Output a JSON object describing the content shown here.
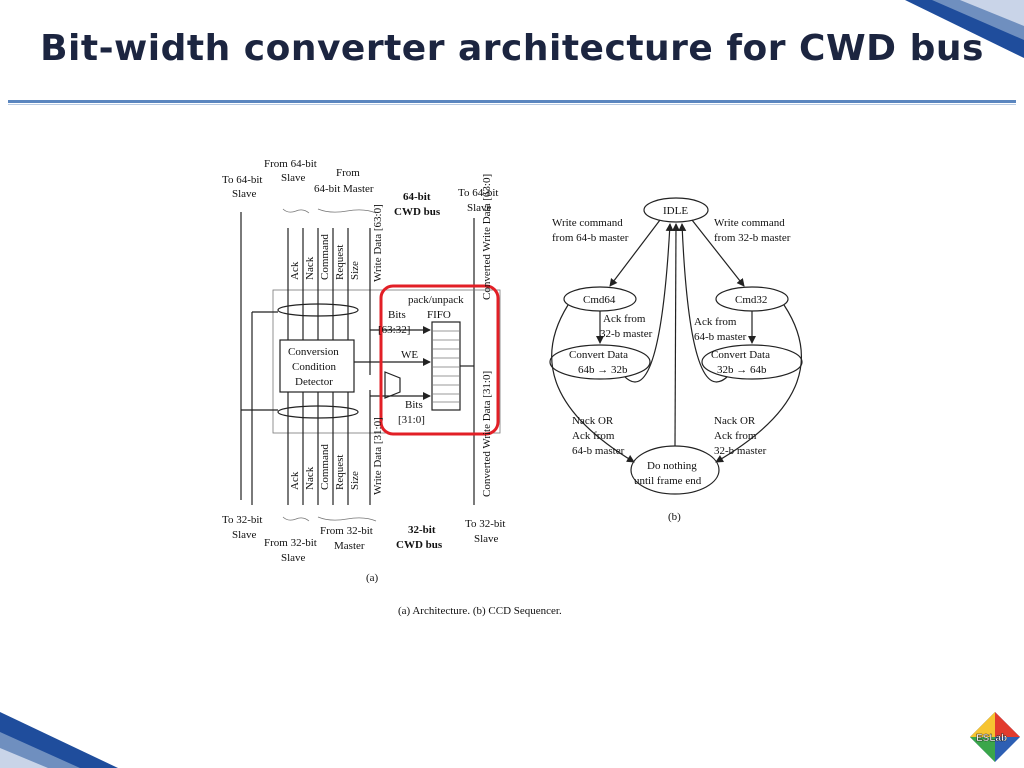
{
  "slide": {
    "title": "Bit-width converter architecture for CWD bus",
    "caption": "(a) Architecture. (b) CCD Sequencer.",
    "logo_text": "ESLab"
  },
  "arch": {
    "top_left_1": "To 64-bit",
    "top_left_2": "Slave",
    "top_from64s_1": "From 64-bit",
    "top_from64s_2": "Slave",
    "top_from64m_1": "From",
    "top_from64m_2": "64-bit Master",
    "bus64_1": "64-bit",
    "bus64_2": "CWD bus",
    "top_right_1": "To 64-bit",
    "top_right_2": "Slave",
    "sig_ack": "Ack",
    "sig_nack": "Nack",
    "sig_command": "Command",
    "sig_request": "Request",
    "sig_size": "Size",
    "sig_wd_hi": "Write Data [63:0]",
    "sig_cwd_hi": "Converted Write Data [63:0]",
    "sig_wd_lo": "Write Data [31:0]",
    "sig_cwd_lo": "Converted Write Data [31:0]",
    "ccd_1": "Conversion",
    "ccd_2": "Condition",
    "ccd_3": "Detector",
    "pack": "pack/unpack",
    "fifo": "FIFO",
    "bits_hi_1": "Bits",
    "bits_hi_2": "[63:32]",
    "we": "WE",
    "bits_lo_1": "Bits",
    "bits_lo_2": "[31:0]",
    "bot_left_1": "To 32-bit",
    "bot_left_2": "Slave",
    "bot_from32s_1": "From 32-bit",
    "bot_from32s_2": "Slave",
    "bot_from32m_1": "From 32-bit",
    "bot_from32m_2": "Master",
    "bus32_1": "32-bit",
    "bus32_2": "CWD bus",
    "bot_right_1": "To 32-bit",
    "bot_right_2": "Slave",
    "label": "(a)"
  },
  "seq": {
    "idle": "IDLE",
    "wc64_1": "Write command",
    "wc64_2": "from 64-b master",
    "wc32_1": "Write command",
    "wc32_2": "from 32-b master",
    "cmd64": "Cmd64",
    "cmd32": "Cmd32",
    "ack32_1": "Ack from",
    "ack32_2": "32-b master",
    "ack64_1": "Ack from",
    "ack64_2": "64-b master",
    "conv1_1": "Convert Data",
    "conv1_2": "64b → 32b",
    "conv2_1": "Convert Data",
    "conv2_2": "32b → 64b",
    "nack64_1": "Nack OR",
    "nack64_2": "Ack from",
    "nack64_3": "64-b master",
    "nack32_1": "Nack OR",
    "nack32_2": "Ack from",
    "nack32_3": "32-b master",
    "dn_1": "Do nothing",
    "dn_2": "until frame end",
    "label": "(b)"
  }
}
